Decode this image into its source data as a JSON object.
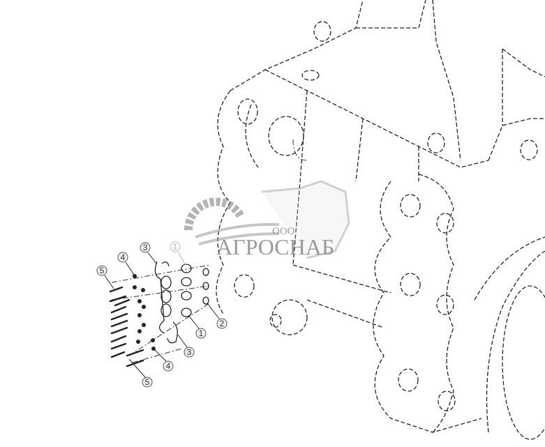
{
  "diagram": {
    "callouts": [
      {
        "label": "5",
        "faded": false
      },
      {
        "label": "4",
        "faded": false
      },
      {
        "label": "3",
        "faded": false
      },
      {
        "label": "1",
        "faded": true
      },
      {
        "label": "1",
        "faded": false
      },
      {
        "label": "2",
        "faded": false
      },
      {
        "label": "3",
        "faded": false
      },
      {
        "label": "4",
        "faded": false
      },
      {
        "label": "5",
        "faded": false
      }
    ]
  },
  "watermark": {
    "prefix": "ООО",
    "name": "АГРОСНАБ",
    "color": "#8a8a8a"
  }
}
